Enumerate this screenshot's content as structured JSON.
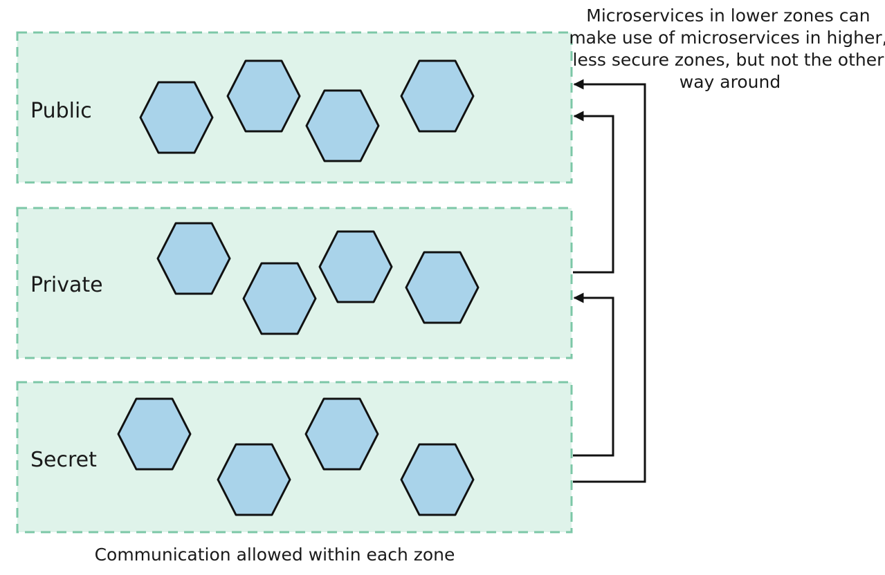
{
  "zones": [
    {
      "label": "Public"
    },
    {
      "label": "Private"
    },
    {
      "label": "Secret"
    }
  ],
  "note": {
    "lines": [
      "Microservices in lower zones can",
      "make use of microservices in higher,",
      "less secure zones, but not the other",
      "way around"
    ]
  },
  "caption": "Communication allowed within each zone",
  "colors": {
    "zone_fill": "#dff3ea",
    "zone_border": "#7cc7a7",
    "hexagon_fill": "#a9d3ea",
    "line": "#111111"
  },
  "icons": {
    "microservice": "hexagon-icon",
    "arrow": "arrowhead-left-icon"
  }
}
